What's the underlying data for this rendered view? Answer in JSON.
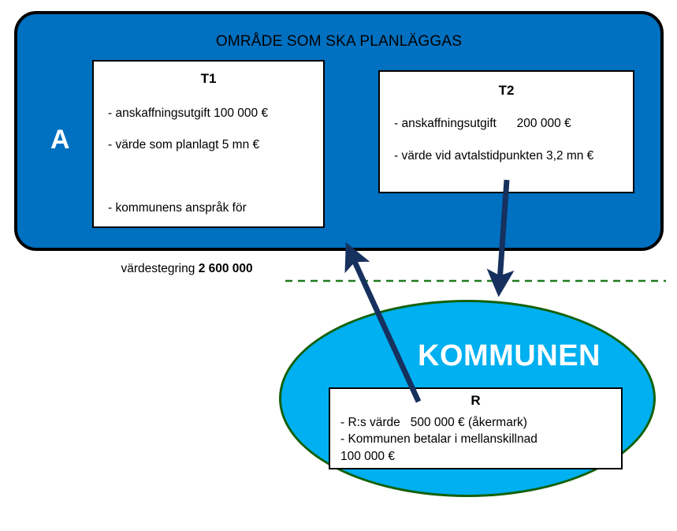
{
  "area": {
    "title": "OMRÅDE SOM SKA PLANLÄGGAS",
    "label": "A",
    "fill_color": "#0070C0",
    "border_color": "#000000"
  },
  "boxes": {
    "t1": {
      "title": "T1",
      "line1": "- anskaffningsutgift 100 000 €",
      "line2": "- värde som planlagt 5 mn €",
      "line3a": "- kommunens anspråk för",
      "line3b": "värdestegring ",
      "line3b_bold": "2 600 000"
    },
    "t2": {
      "title": "T2",
      "line1": "- anskaffningsutgift      200 000 €",
      "line2": "- värde vid avtalstidpunkten 3,2 mn €"
    },
    "r": {
      "title": "R",
      "line1": "- R:s värde   500 000 € (åkermark)",
      "line2": "- Kommunen betalar i mellanskillnad",
      "line3": "100 000 €"
    }
  },
  "ellipse": {
    "label": "KOMMUNEN",
    "fill_color": "#00B0F0",
    "border_color": "#14610A"
  },
  "divider": {
    "name": "green-dashed-boundary-line",
    "color": "#1F7A1F"
  },
  "arrows": {
    "down": {
      "name": "arrow-t2-to-kommunen",
      "color": "#16315E"
    },
    "up": {
      "name": "arrow-r-to-area",
      "color": "#16315E"
    }
  }
}
